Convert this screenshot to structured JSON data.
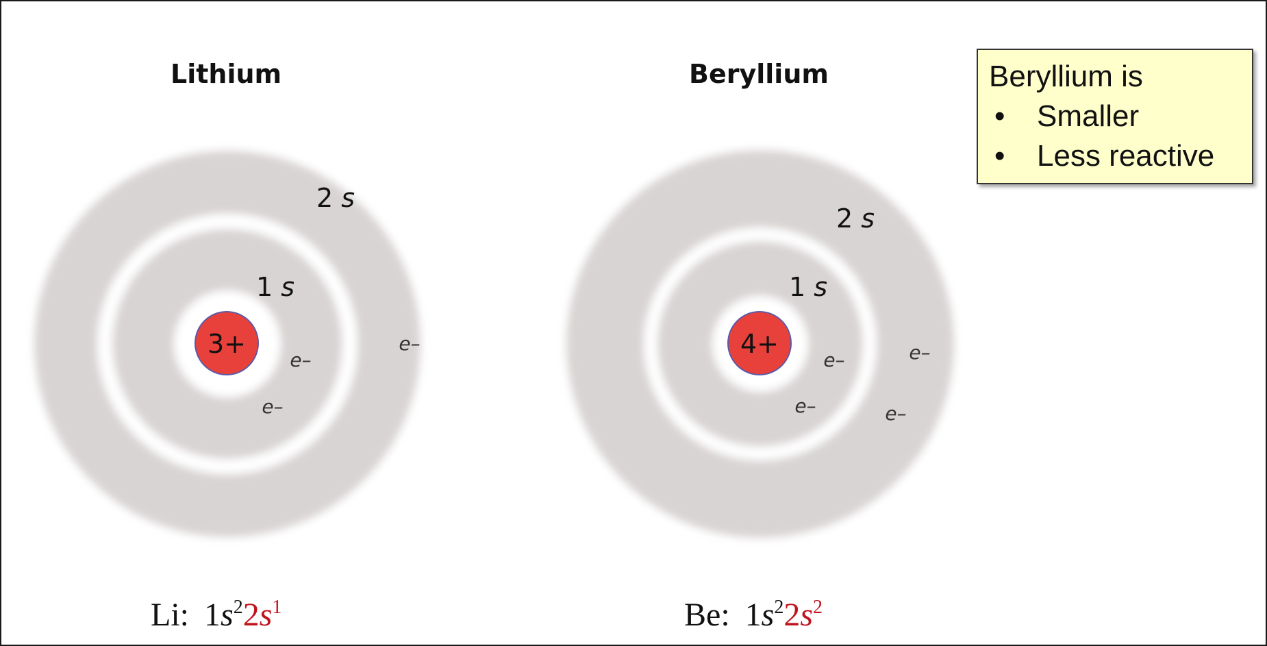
{
  "atoms": [
    {
      "title": "Lithium",
      "nucleus_charge": "3+",
      "shell_2_label": "2s",
      "shell_1_label": "1s",
      "electron_label": "e–",
      "config": {
        "symbol": "Li:",
        "core_shell": "1s",
        "core_exp": "2",
        "valence_shell": "2s",
        "valence_exp": "1"
      }
    },
    {
      "title": "Beryllium",
      "nucleus_charge": "4+",
      "shell_2_label": "2s",
      "shell_1_label": "1s",
      "electron_label": "e–",
      "config": {
        "symbol": "Be:",
        "core_shell": "1s",
        "core_exp": "2",
        "valence_shell": "2s",
        "valence_exp": "2"
      }
    }
  ],
  "note": {
    "heading": "Beryllium is",
    "bullet_char": "•",
    "items": [
      "Smaller",
      "Less reactive"
    ]
  },
  "colors": {
    "nucleus_fill": "#e8413b",
    "nucleus_stroke": "#5a5aa8",
    "cloud": "#d9d4d4",
    "highlight_red": "#c0141e",
    "note_bg": "#ffffcc"
  }
}
